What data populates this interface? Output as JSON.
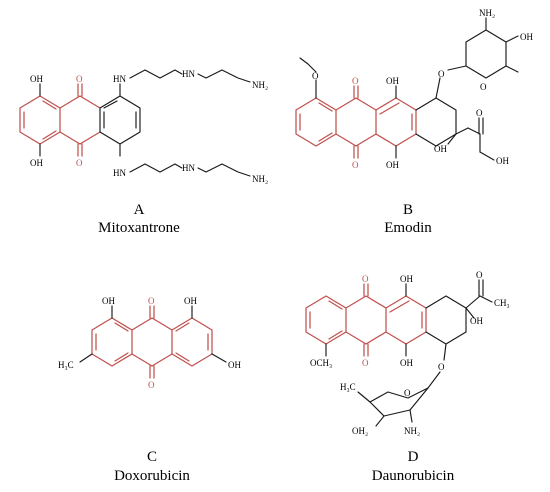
{
  "colors": {
    "core": "#c0504d",
    "bonds": "#1a1a1a"
  },
  "panels": {
    "A": {
      "letter": "A",
      "name": "Mitoxantrone",
      "labels": {
        "oh1": "OH",
        "oh2": "OH",
        "o1": "O",
        "o2": "O",
        "hn1": "HN",
        "hn2": "HN",
        "hn3": "HN",
        "hn4": "HN",
        "nh2a": "NH₂",
        "nh2b": "NH₂"
      }
    },
    "B": {
      "letter": "B",
      "name": "Emodin",
      "labels": {
        "nh2": "NH₂",
        "oh_sugar": "OH",
        "o_ring": "O",
        "o_link": "O",
        "o_meth": "O",
        "o1": "O",
        "o2": "O",
        "oh1": "OH",
        "oh2": "OH",
        "oh3": "OH",
        "o_keto": "O",
        "oh4": "OH"
      }
    },
    "C": {
      "letter": "C",
      "name": "Doxorubicin",
      "labels": {
        "oh1": "OH",
        "oh2": "OH",
        "oh3": "OH",
        "o1": "O",
        "o2": "O",
        "h3c": "H₃C"
      }
    },
    "D": {
      "letter": "D",
      "name": "Daunorubicin",
      "labels": {
        "o1": "O",
        "o2": "O",
        "oh1": "OH",
        "oh2": "OH",
        "oh3": "OH",
        "och3": "OCH₃",
        "o_keto": "O",
        "ch3": "CH₃",
        "o_link": "O",
        "o_ring": "O",
        "h3c": "H₃C",
        "oh_sugar": "OH₂",
        "nh2": "NH₂"
      }
    }
  }
}
